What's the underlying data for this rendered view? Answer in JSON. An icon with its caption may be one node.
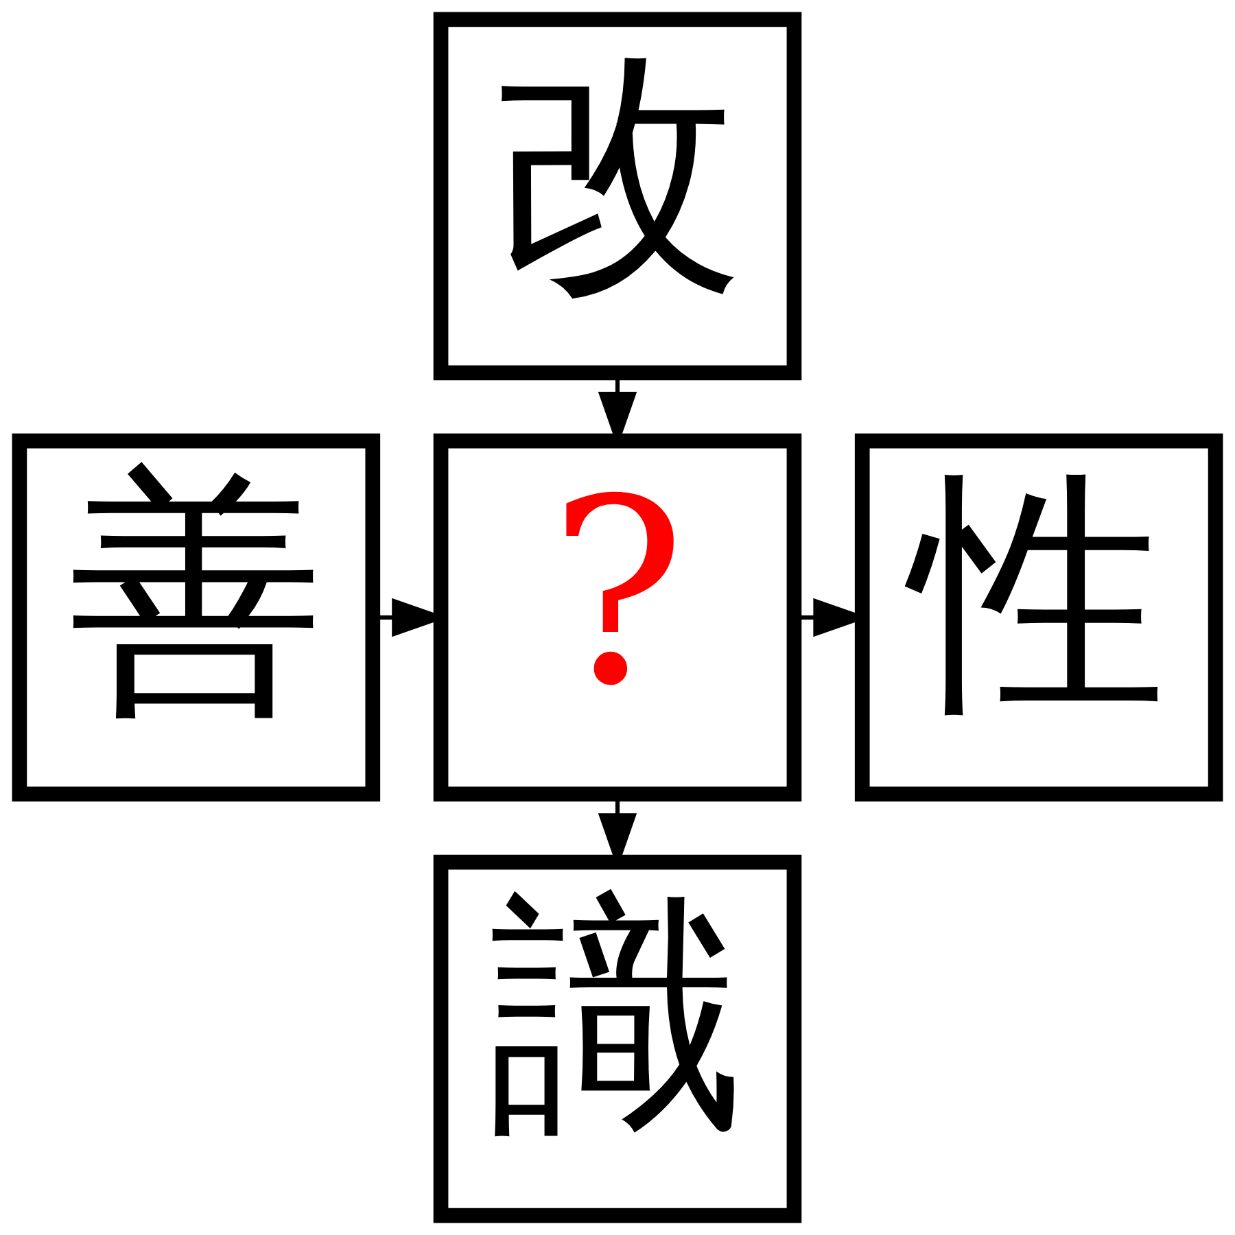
{
  "diagram": {
    "nodes": [
      {
        "text": [
          "改"
        ]
      },
      {
        "text": [
          "善"
        ]
      },
      {
        "text": [
          "?"
        ]
      },
      {
        "text": [
          "性"
        ]
      },
      {
        "text": [
          "識"
        ]
      }
    ],
    "edges": [
      {
        "from": 0,
        "to": 2,
        "arrow": "to"
      },
      {
        "from": 1,
        "to": 2,
        "arrow": "to"
      },
      {
        "from": 2,
        "to": 3,
        "arrow": "to"
      },
      {
        "from": 2,
        "to": 4,
        "arrow": "to"
      }
    ]
  }
}
